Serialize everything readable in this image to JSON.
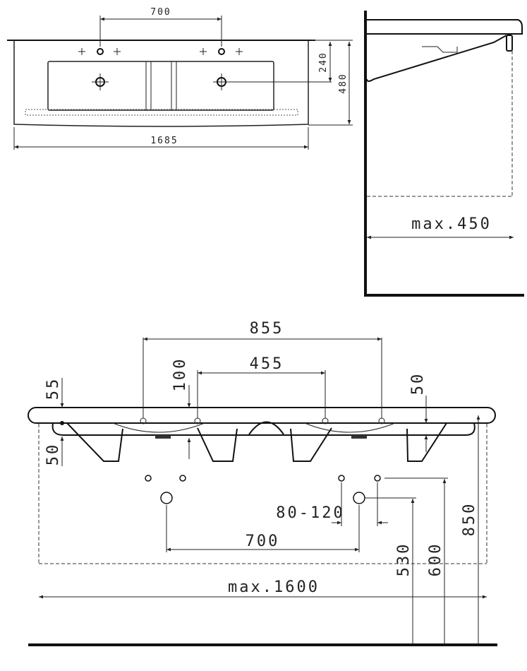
{
  "top_view": {
    "dim_tap_spacing": "700",
    "dim_hole_depth": "240",
    "dim_depth": "480",
    "dim_width": "1685"
  },
  "side_view": {
    "dim_max_depth": "max.450"
  },
  "front_view": {
    "dim_outer_holes": "855",
    "dim_inner_holes": "455",
    "dim_100": "100",
    "dim_55": "55",
    "dim_50_left": "50",
    "dim_50_right": "50",
    "dim_range": "80-120",
    "dim_waste_spacing": "700",
    "dim_max_width": "max.1600",
    "dim_530": "530",
    "dim_600": "600",
    "dim_850": "850"
  }
}
